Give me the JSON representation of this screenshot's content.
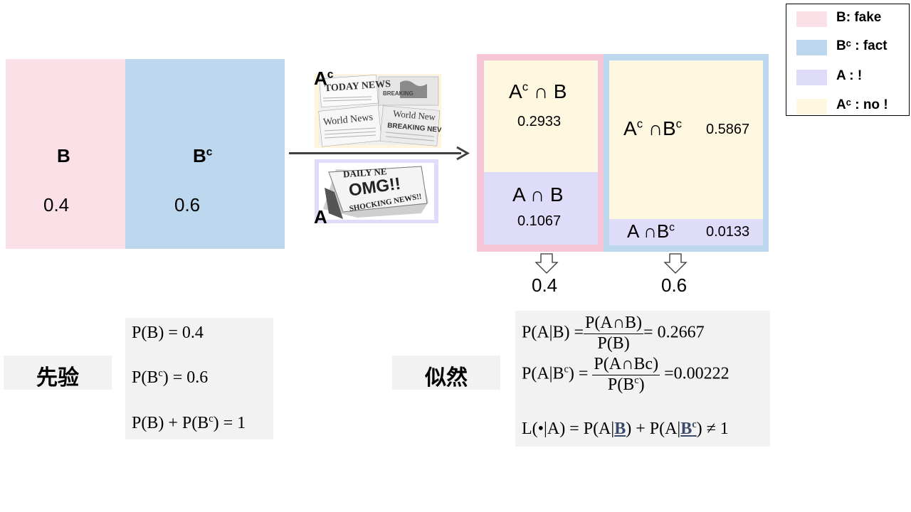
{
  "legend": {
    "items": [
      {
        "label": "B: fake",
        "color": "#fce0e8"
      },
      {
        "label": "Bᶜ : fact",
        "color": "#bdd7ee"
      },
      {
        "label": "A : !",
        "color": "#dedcf8"
      },
      {
        "label": "Aᶜ : no !",
        "color": "#fff8e1"
      }
    ]
  },
  "prior_box": {
    "b_label": "B",
    "b_value": "0.4",
    "bc_label": "B",
    "bc_sup": "c",
    "bc_value": "0.6"
  },
  "newspapers": {
    "top_label": "A",
    "top_sup": "c",
    "top_headlines": [
      "TODAY NEWS",
      "BREAKING",
      "World News",
      "World New",
      "BREAKING NEV"
    ],
    "bottom_label": "A",
    "bottom_headlines": [
      "DAILY NE",
      "OMG!!",
      "SHOCKING NEWS!!"
    ]
  },
  "joint": {
    "ac_b": {
      "label_a": "A",
      "label_sup": "c",
      "label_rest": " ∩ B",
      "value": "0.2933"
    },
    "a_b": {
      "label": "A ∩ B",
      "value": "0.1067"
    },
    "ac_bc": {
      "label_a": "A",
      "sup1": "c",
      "mid": " ∩B",
      "sup2": "c",
      "value": "0.5867"
    },
    "a_bc": {
      "label": "A ∩B",
      "sup": "c",
      "value": "0.0133"
    }
  },
  "marginals": {
    "left": "0.4",
    "right": "0.6"
  },
  "prior_section": {
    "tag": "先验",
    "line1": "P(B) = 0.4",
    "line2_a": "P(B",
    "line2_sup": "c",
    "line2_b": ") = 0.6",
    "line3_a": "P(B) + P(B",
    "line3_sup": "c",
    "line3_b": ") = 1"
  },
  "likelihood_section": {
    "tag": "似然",
    "l1_lhs": "P(A|B) =",
    "l1_num": "P(A∩B)",
    "l1_den": "P(B)",
    "l1_rhs": "= 0.2667",
    "l2_lhs_a": "P(A|B",
    "l2_lhs_sup": "c",
    "l2_lhs_b": ") =",
    "l2_num": "P(A∩Bc)",
    "l2_den_a": "P(B",
    "l2_den_sup": "c",
    "l2_den_b": ")",
    "l2_rhs": "=0.00222",
    "l3_a": "L(•|A) = P(A|",
    "l3_b": "B",
    "l3_c": ") + P(A|",
    "l3_d": "B",
    "l3_d_sup": "c",
    "l3_e": ")  ≠  1"
  }
}
